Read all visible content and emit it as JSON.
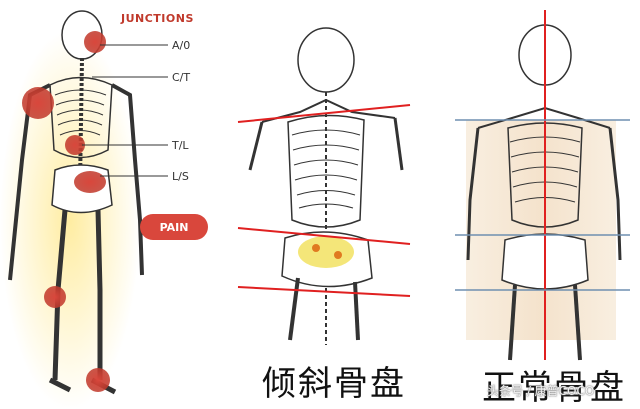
{
  "junctions": {
    "title": "JUNCTIONS",
    "items": [
      "A/0",
      "C/T",
      "T/L",
      "L/S"
    ]
  },
  "pain_label": "PAIN",
  "captions": {
    "tilted": "倾斜骨盘",
    "normal": "正常骨盘"
  },
  "watermark": "头条号 / 康普COCO",
  "colors": {
    "pain_red": "#d9473c",
    "line_red": "#e02020",
    "highlight_yellow": "#f3e36a",
    "guide_blue": "#6f8fb0"
  }
}
